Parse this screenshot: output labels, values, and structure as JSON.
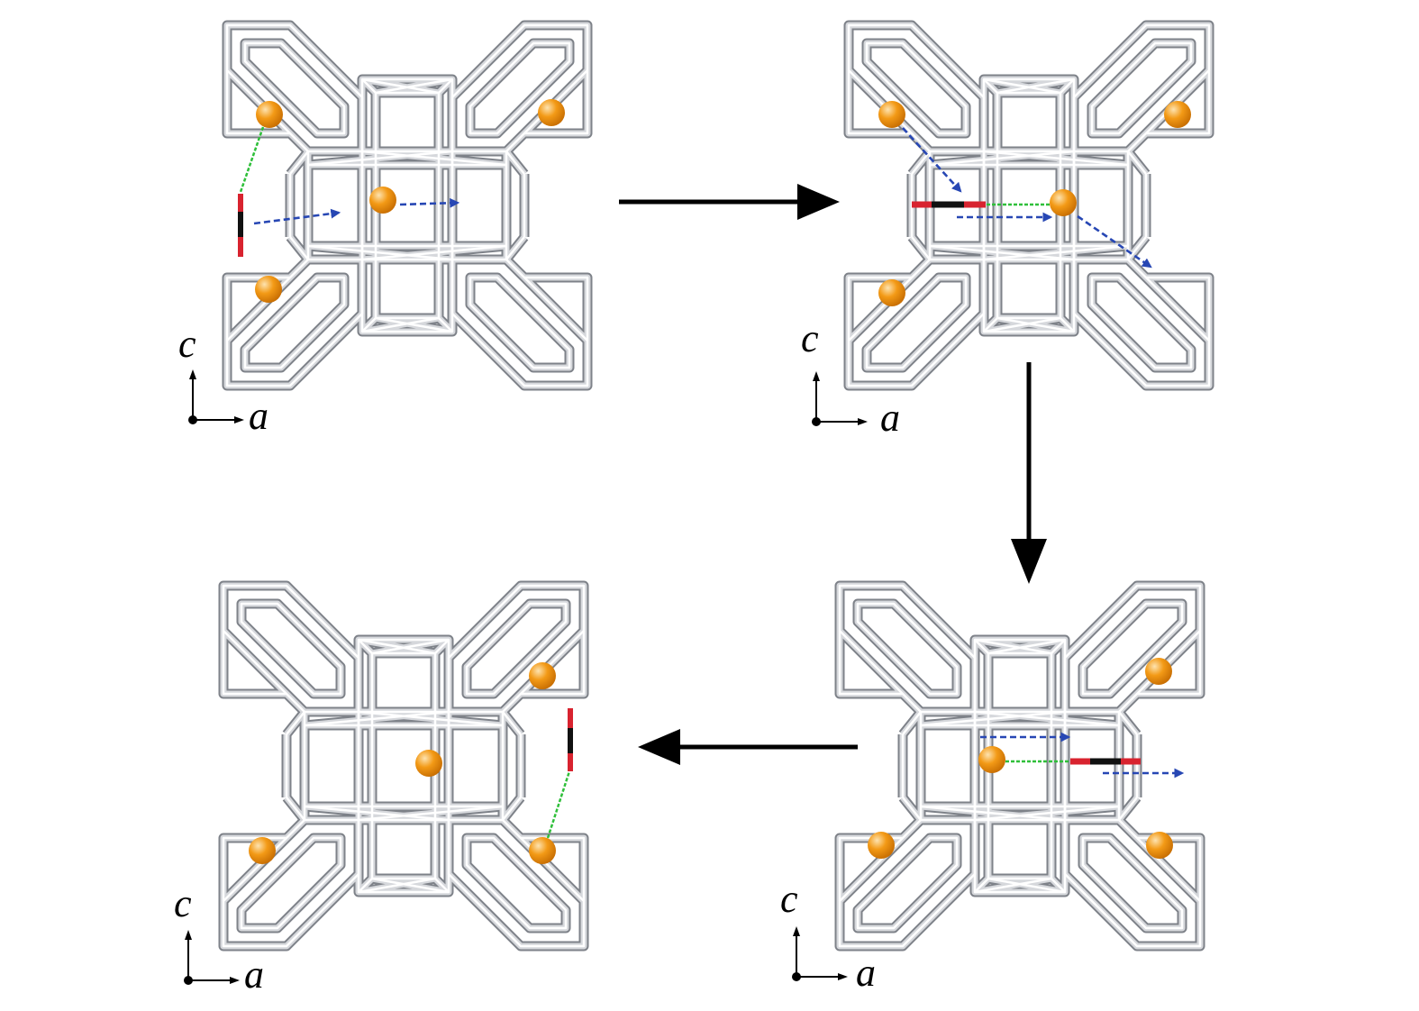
{
  "axes": {
    "vertical": "c",
    "horizontal": "a"
  },
  "colors": {
    "framework_dark": "#7e8289",
    "framework_light": "#d6d8dc",
    "framework_white": "#ffffff",
    "cation": "#f39a16",
    "cation_highlight": "#fde3b0",
    "molecule_oxygen": "#d8232f",
    "molecule_carbon": "#111111",
    "interaction_line": "#2fbf3a",
    "diffusion_arrow": "#2747b4",
    "process_arrow": "#000000"
  },
  "panels": [
    {
      "id": "step-1",
      "molecule": "vertical-left",
      "arrows": 2
    },
    {
      "id": "step-2",
      "molecule": "horizontal-center",
      "arrows": 3
    },
    {
      "id": "step-3",
      "molecule": "horizontal-right",
      "arrows": 2
    },
    {
      "id": "step-4",
      "molecule": "vertical-right",
      "arrows": 0
    }
  ],
  "process_arrows": [
    "right",
    "down",
    "left"
  ]
}
